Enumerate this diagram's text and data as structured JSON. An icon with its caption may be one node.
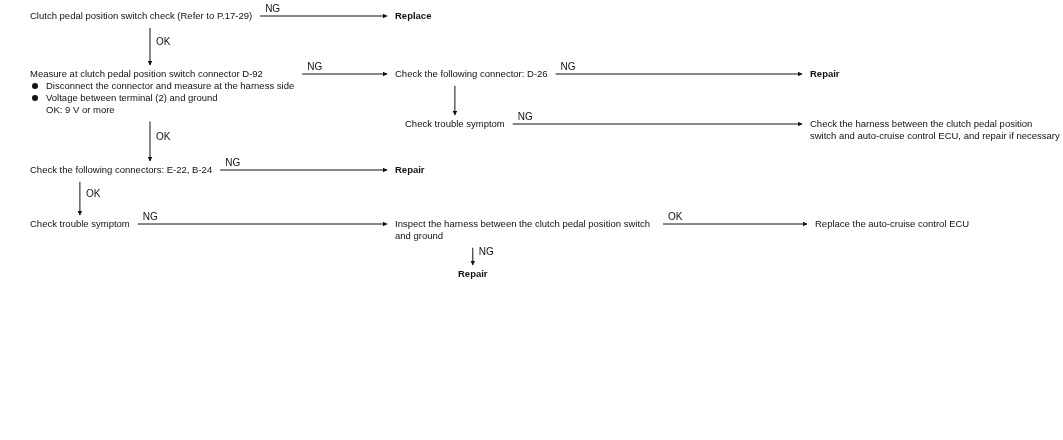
{
  "diagram": {
    "nodes": [
      {
        "text": [
          "Clutch pedal position switch check (Refer to P.17-29)"
        ]
      },
      {
        "text": [
          "Replace"
        ]
      },
      {
        "text": [
          "Measure at clutch pedal position switch connector D-92",
          "Disconnect the connector and measure at the harness side",
          "Voltage between terminal (2) and ground",
          "OK: 9 V or more"
        ]
      },
      {
        "text": [
          "Check the following connector: D-26"
        ]
      },
      {
        "text": [
          "Repair"
        ]
      },
      {
        "text": [
          "Check trouble symptom"
        ]
      },
      {
        "text": [
          "Check the harness between the clutch pedal position switch and auto-cruise control ECU, and repair if necessary"
        ]
      },
      {
        "text": [
          "Check the following connectors: E-22, B-24"
        ]
      },
      {
        "text": [
          "Repair"
        ]
      },
      {
        "text": [
          "Check trouble symptom"
        ]
      },
      {
        "text": [
          "Inspect the harness between the clutch pedal position switch and ground"
        ]
      },
      {
        "text": [
          "Replace the auto-cruise control ECU"
        ]
      },
      {
        "text": [
          "Repair"
        ]
      }
    ],
    "edges": [
      {
        "from": 0,
        "to": 1,
        "arrow": "to",
        "label": "NG"
      },
      {
        "from": 0,
        "to": 2,
        "arrow": "to",
        "label": "OK"
      },
      {
        "from": 2,
        "to": 3,
        "arrow": "to",
        "label": "NG"
      },
      {
        "from": 2,
        "to": 7,
        "arrow": "to",
        "label": "OK"
      },
      {
        "from": 3,
        "to": 4,
        "arrow": "to",
        "label": "NG"
      },
      {
        "from": 3,
        "to": 5,
        "arrow": "to"
      },
      {
        "from": 5,
        "to": 6,
        "arrow": "to",
        "label": "NG"
      },
      {
        "from": 7,
        "to": 8,
        "arrow": "to",
        "label": "NG"
      },
      {
        "from": 7,
        "to": 9,
        "arrow": "to",
        "label": "OK"
      },
      {
        "from": 9,
        "to": 10,
        "arrow": "to",
        "label": "NG"
      },
      {
        "from": 10,
        "to": 11,
        "arrow": "to",
        "label": "OK"
      },
      {
        "from": 10,
        "to": 12,
        "arrow": "to",
        "label": "NG"
      }
    ]
  }
}
